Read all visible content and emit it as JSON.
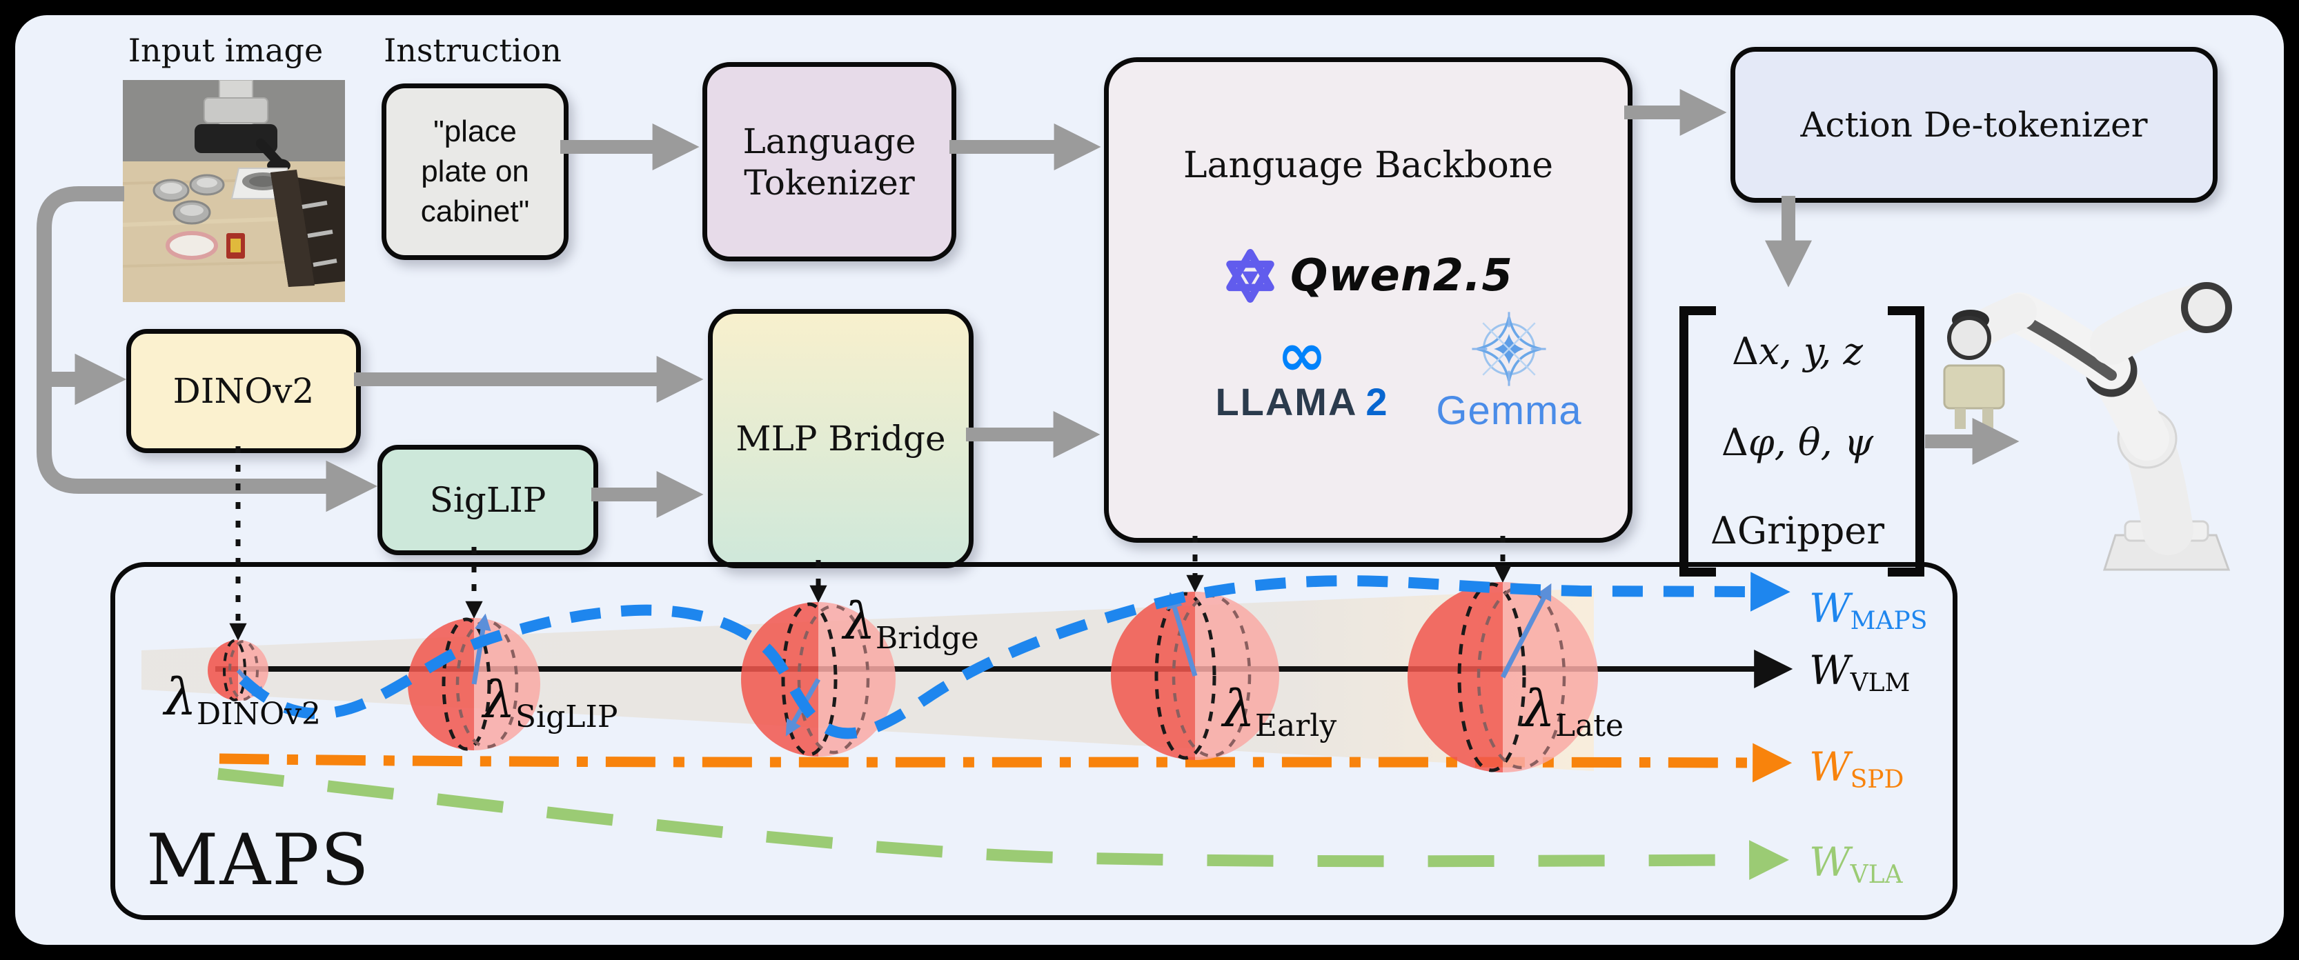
{
  "frame_bg": "#000000",
  "panel_bg": "#edf2fb",
  "header": {
    "input_image_label": "Input image",
    "instruction_label": "Instruction"
  },
  "instruction": {
    "lines": [
      "\"place",
      "plate on",
      "cabinet\""
    ]
  },
  "boxes": {
    "language_tokenizer": {
      "lines": [
        "Language",
        "Tokenizer"
      ],
      "fill": "#e7dbe9"
    },
    "language_backbone": {
      "title": "Language Backbone",
      "fill": "#f2edf1",
      "logos": {
        "qwen": {
          "text": "Qwen2.5",
          "icon_color": "#615ced"
        },
        "llama": {
          "text": "LLAMA",
          "number": "2",
          "icon": "∞",
          "icon_color": "#0082fb",
          "text_color": "#2b3b4d",
          "number_color": "#0866d0"
        },
        "gemma": {
          "text": "Gemma",
          "icon_color": "#6ba7e8",
          "text_color": "#4a8ce8"
        }
      }
    },
    "action_detokenizer": {
      "label": "Action De-tokenizer",
      "fill": "#e4e9f7"
    },
    "dinov2": {
      "label": "DINOv2",
      "fill": "#fbf1cf"
    },
    "siglip": {
      "label": "SigLIP",
      "fill": "#cde8da"
    },
    "mlp_bridge": {
      "label": "MLP Bridge",
      "fill_top": "#f8f0cd",
      "fill_bottom": "#cfe8da"
    }
  },
  "action_output": {
    "rows": [
      {
        "delta": "Δ",
        "rest": "x, y, z"
      },
      {
        "delta": "Δ",
        "rest": "φ, θ, ψ"
      },
      {
        "delta": "Δ",
        "rest": "Gripper"
      }
    ]
  },
  "maps": {
    "title": "MAPS",
    "lambdas": [
      {
        "symbol": "λ",
        "sub": "DINOv2"
      },
      {
        "symbol": "λ",
        "sub": "SigLIP"
      },
      {
        "symbol": "λ",
        "sub": "Bridge"
      },
      {
        "symbol": "λ",
        "sub": "Early"
      },
      {
        "symbol": "λ",
        "sub": "Late"
      }
    ],
    "weights": [
      {
        "symbol": "W",
        "sub": "MAPS",
        "color": "#1e86ee"
      },
      {
        "symbol": "W",
        "sub": "VLM",
        "color": "#0d0d0d"
      },
      {
        "symbol": "W",
        "sub": "SPD",
        "color": "#f8830c"
      },
      {
        "symbol": "W",
        "sub": "VLA",
        "color": "#9bcb74"
      }
    ],
    "colors": {
      "sphere_left": "#f1574e",
      "sphere_right": "#f9aaa5",
      "funnel": "#e9e5e0",
      "axis": "#111111",
      "arrow_gray": "#9b9b9b",
      "radius_arrow": "#5b8fd9"
    }
  }
}
